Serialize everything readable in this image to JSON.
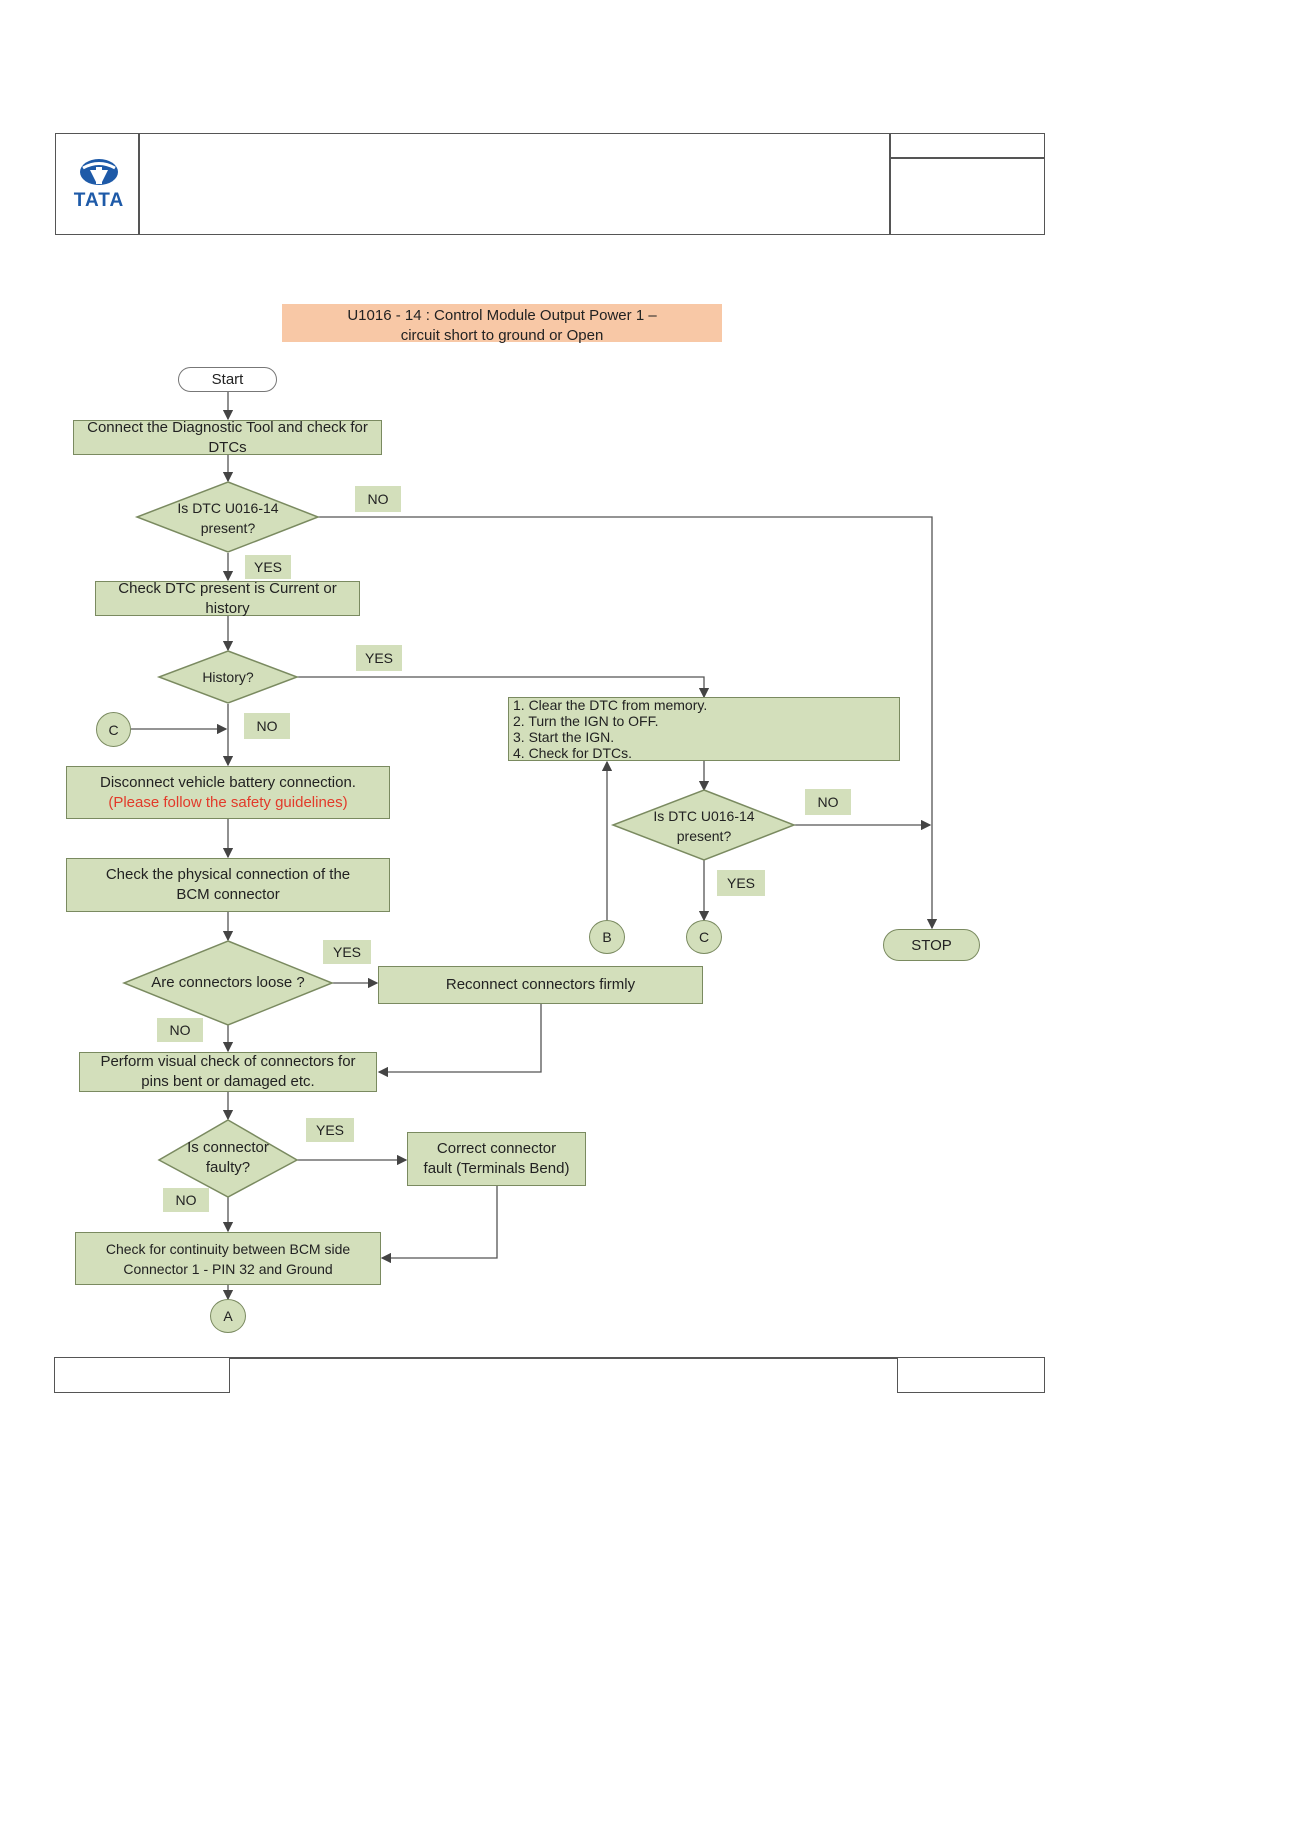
{
  "header": {
    "logo_text": "TATA"
  },
  "title": "U1016 - 14 : Control Module Output Power 1 –circuit short to ground or Open",
  "nodes": {
    "start": "Start",
    "connect_tool": "Connect the Diagnostic Tool and check for DTCs",
    "dtc_present_1": "Is DTC U016-14 present?",
    "check_current_history": "Check DTC present is Current or history",
    "history": "History?",
    "clear_steps": [
      "1. Clear the DTC from memory.",
      "2. Turn the IGN to OFF.",
      "3. Start the IGN.",
      "4. Check for DTCs."
    ],
    "dtc_present_2": "Is DTC U016-14 present?",
    "disconnect_battery": "Disconnect vehicle battery connection.",
    "safety_note": "(Please follow the safety guidelines)",
    "check_physical": "Check the physical connection of the BCM connector",
    "connectors_loose": "Are connectors loose ?",
    "reconnect": "Reconnect connectors firmly",
    "visual_check": "Perform visual check of connectors for pins bent or damaged etc.",
    "connector_faulty": "Is connector faulty?",
    "correct_fault": "Correct connector fault (Terminals Bend)",
    "continuity": "Check for continuity between BCM side Connector 1 - PIN 32 and Ground",
    "stop": "STOP"
  },
  "connectors": {
    "a": "A",
    "b": "B",
    "c": "C"
  },
  "branch_labels": {
    "yes": "YES",
    "no": "NO"
  },
  "colors": {
    "box_fill": "#d3dfbb",
    "title_fill": "#f8c8a6",
    "warning_text": "#e23a2a"
  }
}
